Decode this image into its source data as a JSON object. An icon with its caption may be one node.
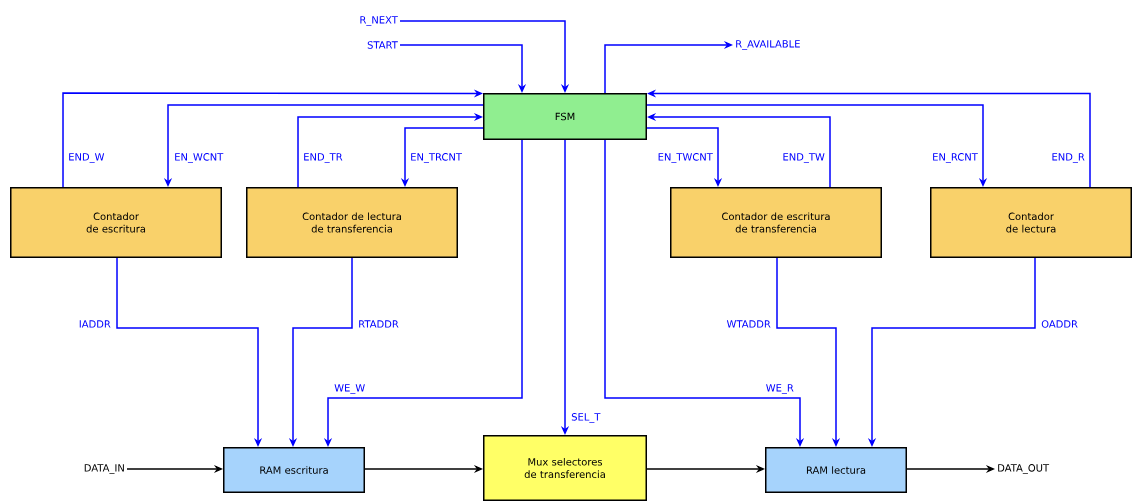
{
  "diagram": {
    "nodes": [
      {
        "text": [
          "R_NEXT"
        ]
      },
      {
        "text": [
          "START"
        ]
      },
      {
        "text": [
          "R_AVAILABLE"
        ]
      },
      {
        "text": [
          "FSM"
        ]
      },
      {
        "text": [
          "Contador de escritura"
        ]
      },
      {
        "text": [
          "Contador de lectura de transferencia"
        ]
      },
      {
        "text": [
          "Contador de escritura de transferencia"
        ]
      },
      {
        "text": [
          "Contador de lectura"
        ]
      },
      {
        "text": [
          "DATA_IN"
        ]
      },
      {
        "text": [
          "RAM escritura"
        ]
      },
      {
        "text": [
          "Mux selectores de transferencia"
        ]
      },
      {
        "text": [
          "RAM lectura"
        ]
      },
      {
        "text": [
          "DATA_OUT"
        ]
      }
    ],
    "edges": [
      {
        "from": 0,
        "to": 3,
        "arrow": "to"
      },
      {
        "from": 1,
        "to": 3,
        "arrow": "to"
      },
      {
        "from": 3,
        "to": 2,
        "arrow": "to"
      },
      {
        "from": 4,
        "to": 3,
        "arrow": "to",
        "label": "END_W"
      },
      {
        "from": 3,
        "to": 4,
        "arrow": "to",
        "label": "EN_WCNT"
      },
      {
        "from": 5,
        "to": 3,
        "arrow": "to",
        "label": "END_TR"
      },
      {
        "from": 3,
        "to": 5,
        "arrow": "to",
        "label": "EN_TRCNT"
      },
      {
        "from": 3,
        "to": 6,
        "arrow": "to",
        "label": "EN_TWCNT"
      },
      {
        "from": 6,
        "to": 3,
        "arrow": "to",
        "label": "END_TW"
      },
      {
        "from": 3,
        "to": 7,
        "arrow": "to",
        "label": "EN_RCNT"
      },
      {
        "from": 7,
        "to": 3,
        "arrow": "to",
        "label": "END_R"
      },
      {
        "from": 4,
        "to": 9,
        "arrow": "to",
        "label": "IADDR"
      },
      {
        "from": 5,
        "to": 9,
        "arrow": "to",
        "label": "RTADDR"
      },
      {
        "from": 3,
        "to": 9,
        "arrow": "to",
        "label": "WE_W"
      },
      {
        "from": 3,
        "to": 10,
        "arrow": "to",
        "label": "SEL_T"
      },
      {
        "from": 3,
        "to": 11,
        "arrow": "to",
        "label": "WE_R"
      },
      {
        "from": 6,
        "to": 11,
        "arrow": "to",
        "label": "WTADDR"
      },
      {
        "from": 7,
        "to": 11,
        "arrow": "to",
        "label": "OADDR"
      },
      {
        "from": 8,
        "to": 9,
        "arrow": "to",
        "color": "#000000"
      },
      {
        "from": 9,
        "to": 10,
        "arrow": "to",
        "color": "#000000"
      },
      {
        "from": 10,
        "to": 11,
        "arrow": "to",
        "color": "#000000"
      },
      {
        "from": 11,
        "to": 12,
        "arrow": "to",
        "color": "#000000"
      }
    ]
  }
}
